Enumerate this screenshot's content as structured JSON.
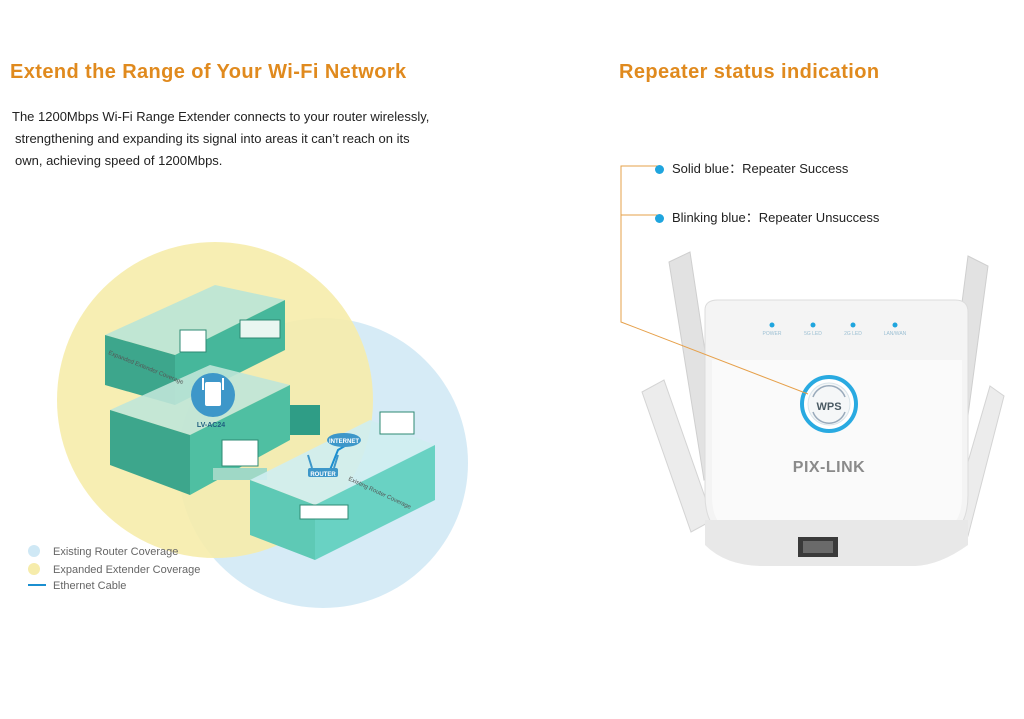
{
  "left": {
    "title": "Extend the Range of Your Wi-Fi Network",
    "intro_lines": [
      "The 1200Mbps Wi-Fi Range Extender connects to your router wirelessly,",
      "strengthening and expanding its signal into areas it can’t reach on its",
      "own, achieving speed of 1200Mbps."
    ],
    "diagram": {
      "extender_coverage_label": "Expanded Extender Coverage",
      "router_coverage_label": "Existing Router Coverage",
      "extender_label": "LV-AC24",
      "router_label": "ROUTER",
      "internet_label": "INTERNET"
    },
    "legend": [
      {
        "label": "Existing Router Coverage",
        "icon": "blue-dot",
        "color": "#cfe8f5"
      },
      {
        "label": "Expanded Extender Coverage",
        "icon": "yellow-dot",
        "color": "#f6ecab"
      },
      {
        "label": "Ethernet Cable",
        "icon": "blue-line",
        "color": "#1b8fd0"
      }
    ]
  },
  "right": {
    "title": "Repeater status indication",
    "statuses": [
      {
        "label": "Solid blue：Repeater  Success",
        "color": "#1fa5de"
      },
      {
        "label": "Blinking blue：Repeater  Unsuccess",
        "color": "#1fa5de"
      }
    ],
    "device": {
      "brand": "PIX-LINK",
      "wps_label": "WPS",
      "leds": [
        "POWER",
        "5G LED",
        "2G LED",
        "LAN/WAN"
      ]
    }
  },
  "colors": {
    "heading": "#e08a1e",
    "accent_blue": "#1fa5de",
    "callout_line": "#e6a04a",
    "room_green": "#3fb59a"
  }
}
